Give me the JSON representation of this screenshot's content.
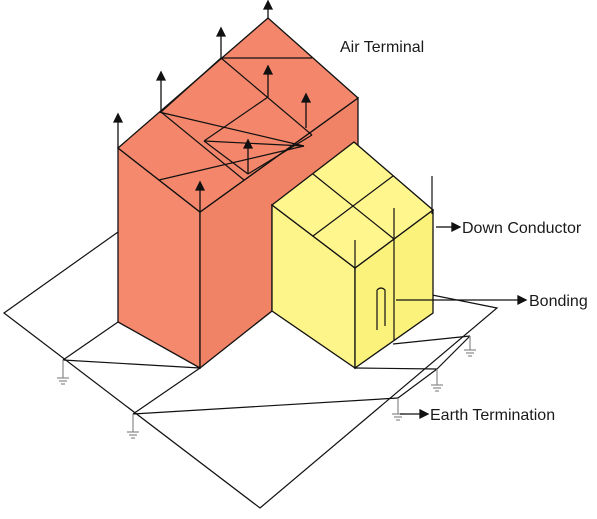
{
  "labels": {
    "air_terminal": "Air Terminal",
    "down_conductor": "Down Conductor",
    "bonding": "Bonding",
    "earth_termination": "Earth Termination"
  },
  "colors": {
    "tall_building_front": "#f4896e",
    "tall_building_side": "#f08266",
    "tall_building_roof": "#f4876b",
    "small_building_front": "#fdf58a",
    "small_building_side": "#fbf27c",
    "small_building_roof": "#fff68e",
    "line": "#111111",
    "earth_symbol": "#888888"
  },
  "icons": [
    "arrow-right-icon",
    "air-terminal-rod-icon",
    "earth-ground-icon"
  ]
}
